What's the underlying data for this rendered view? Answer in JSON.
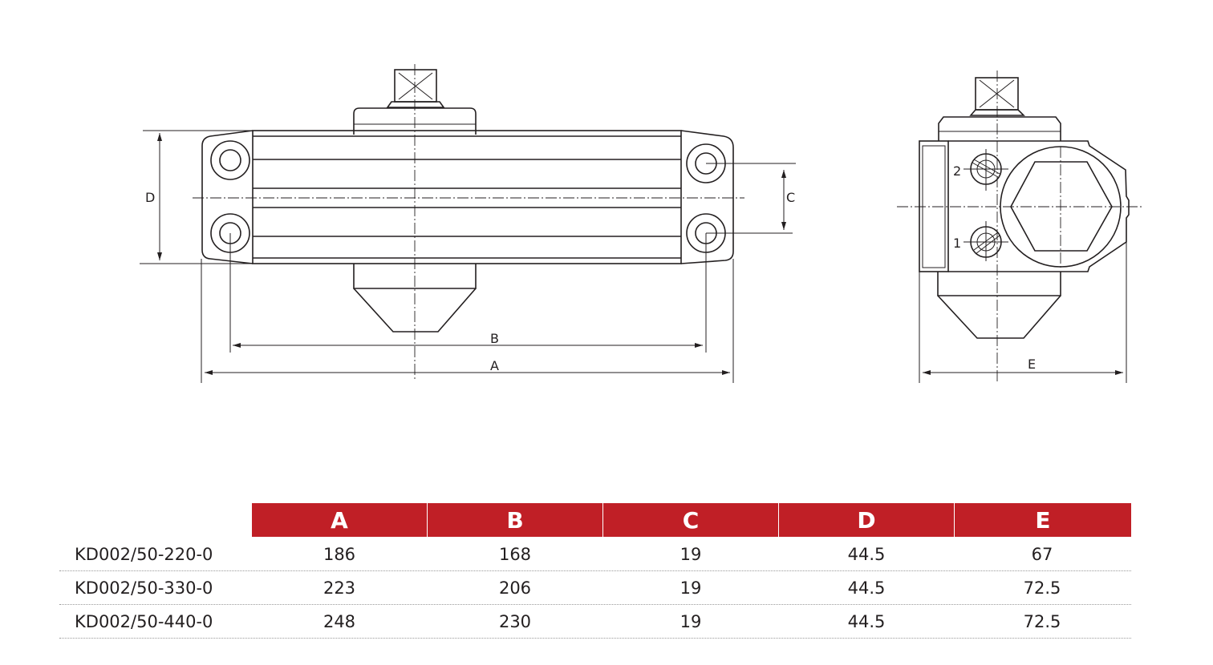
{
  "drawing": {
    "dimension_labels": {
      "A": "A",
      "B": "B",
      "C": "C",
      "D": "D",
      "E": "E"
    },
    "screw_labels": {
      "screw_1": "1",
      "screw_2": "2"
    }
  },
  "table": {
    "accent_color": "#c01f26",
    "headers": [
      "A",
      "B",
      "C",
      "D",
      "E"
    ],
    "rows": [
      {
        "model": "KD002/50-220-0",
        "values": [
          "186",
          "168",
          "19",
          "44.5",
          "67"
        ]
      },
      {
        "model": "KD002/50-330-0",
        "values": [
          "223",
          "206",
          "19",
          "44.5",
          "72.5"
        ]
      },
      {
        "model": "KD002/50-440-0",
        "values": [
          "248",
          "230",
          "19",
          "44.5",
          "72.5"
        ]
      }
    ]
  }
}
